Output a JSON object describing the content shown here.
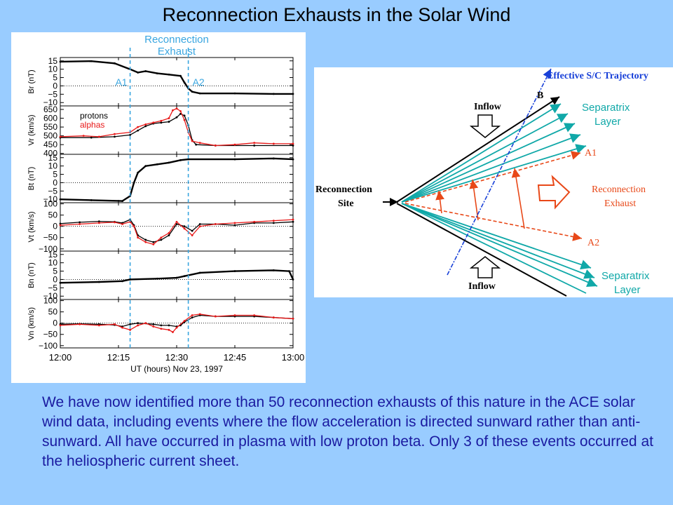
{
  "title": "Reconnection Exhausts in the Solar Wind",
  "chart_data": {
    "type": "line",
    "header": [
      "Reconnection",
      "Exhaust"
    ],
    "marker_lines": [
      {
        "label": "A1",
        "x": "12:18"
      },
      {
        "label": "A2",
        "x": "12:33"
      }
    ],
    "xlabel": "UT (hours)  Nov 23, 1997",
    "x_ticks": [
      "12:00",
      "12:15",
      "12:30",
      "12:45",
      "13:00"
    ],
    "xlim_minutes": [
      0,
      60
    ],
    "legend": [
      {
        "name": "protons",
        "color": "#000000"
      },
      {
        "name": "alphas",
        "color": "#e81818"
      }
    ],
    "panels": [
      {
        "ylabel": "Br (nT)",
        "ylim": [
          -12,
          17
        ],
        "yticks": [
          "15",
          "10",
          "5",
          "0",
          "−5",
          "−10"
        ],
        "ytick_values": [
          15,
          10,
          5,
          0,
          -5,
          -10
        ],
        "zero_line": 0,
        "series": [
          {
            "color": "#000000",
            "points": [
              [
                0,
                14.5
              ],
              [
                8,
                14.8
              ],
              [
                14,
                13.5
              ],
              [
                18,
                10
              ],
              [
                20,
                8
              ],
              [
                22,
                8.8
              ],
              [
                25,
                7.5
              ],
              [
                28,
                6.8
              ],
              [
                31,
                6
              ],
              [
                32,
                2
              ],
              [
                33,
                -1.5
              ],
              [
                34,
                -3.5
              ],
              [
                36,
                -4.5
              ],
              [
                45,
                -4.5
              ],
              [
                55,
                -4.8
              ],
              [
                60,
                -4.8
              ]
            ]
          }
        ]
      },
      {
        "ylabel": "Vr (km/s)",
        "ylim": [
          395,
          670
        ],
        "yticks": [
          "650",
          "600",
          "550",
          "500",
          "450",
          "400"
        ],
        "ytick_values": [
          650,
          600,
          550,
          500,
          450,
          400
        ],
        "zero_line": null,
        "series": [
          {
            "name": "protons",
            "color": "#000000",
            "points": [
              [
                0,
                490
              ],
              [
                8,
                490
              ],
              [
                14,
                495
              ],
              [
                18,
                505
              ],
              [
                20,
                530
              ],
              [
                22,
                555
              ],
              [
                24,
                570
              ],
              [
                26,
                575
              ],
              [
                28,
                580
              ],
              [
                30,
                605
              ],
              [
                31,
                625
              ],
              [
                32,
                615
              ],
              [
                33,
                560
              ],
              [
                34,
                475
              ],
              [
                35,
                450
              ],
              [
                40,
                445
              ],
              [
                50,
                445
              ],
              [
                60,
                445
              ]
            ]
          },
          {
            "name": "alphas",
            "color": "#e81818",
            "points": [
              [
                0,
                495
              ],
              [
                6,
                500
              ],
              [
                10,
                495
              ],
              [
                14,
                510
              ],
              [
                18,
                520
              ],
              [
                20,
                550
              ],
              [
                22,
                565
              ],
              [
                24,
                575
              ],
              [
                26,
                585
              ],
              [
                28,
                600
              ],
              [
                29,
                645
              ],
              [
                30,
                655
              ],
              [
                31,
                640
              ],
              [
                32,
                590
              ],
              [
                33,
                520
              ],
              [
                34,
                470
              ],
              [
                36,
                460
              ],
              [
                40,
                445
              ],
              [
                45,
                450
              ],
              [
                50,
                460
              ],
              [
                55,
                455
              ],
              [
                60,
                455
              ]
            ]
          }
        ]
      },
      {
        "ylabel": "Bt (nT)",
        "ylim": [
          -12,
          17
        ],
        "yticks": [
          "15",
          "10",
          "5",
          "0",
          "−5",
          "−10"
        ],
        "ytick_values": [
          15,
          10,
          5,
          0,
          -5,
          -10
        ],
        "zero_line": 0,
        "series": [
          {
            "color": "#000000",
            "points": [
              [
                0,
                -10
              ],
              [
                8,
                -10.5
              ],
              [
                16,
                -11
              ],
              [
                18,
                -8
              ],
              [
                19,
                0
              ],
              [
                20,
                6
              ],
              [
                22,
                10
              ],
              [
                25,
                11
              ],
              [
                28,
                12
              ],
              [
                31,
                13.5
              ],
              [
                33,
                14
              ],
              [
                45,
                14
              ],
              [
                55,
                14.5
              ],
              [
                60,
                14
              ]
            ]
          }
        ]
      },
      {
        "ylabel": "Vt (km/s)",
        "ylim": [
          -110,
          105
        ],
        "yticks": [
          "100",
          "50",
          "0",
          "−50",
          "−100"
        ],
        "ytick_values": [
          100,
          50,
          0,
          -50,
          -100
        ],
        "zero_line": 0,
        "series": [
          {
            "name": "protons",
            "color": "#000000",
            "points": [
              [
                0,
                12
              ],
              [
                5,
                18
              ],
              [
                10,
                22
              ],
              [
                14,
                20
              ],
              [
                16,
                15
              ],
              [
                18,
                30
              ],
              [
                19,
                5
              ],
              [
                20,
                -40
              ],
              [
                22,
                -60
              ],
              [
                24,
                -70
              ],
              [
                26,
                -60
              ],
              [
                28,
                -40
              ],
              [
                30,
                10
              ],
              [
                32,
                0
              ],
              [
                34,
                -20
              ],
              [
                36,
                10
              ],
              [
                40,
                10
              ],
              [
                45,
                5
              ],
              [
                50,
                15
              ],
              [
                55,
                15
              ],
              [
                60,
                20
              ]
            ]
          },
          {
            "name": "alphas",
            "color": "#e81818",
            "points": [
              [
                0,
                5
              ],
              [
                5,
                10
              ],
              [
                10,
                15
              ],
              [
                14,
                18
              ],
              [
                16,
                10
              ],
              [
                18,
                20
              ],
              [
                19,
                0
              ],
              [
                20,
                -50
              ],
              [
                22,
                -70
              ],
              [
                24,
                -80
              ],
              [
                26,
                -50
              ],
              [
                28,
                -30
              ],
              [
                30,
                20
              ],
              [
                32,
                -10
              ],
              [
                34,
                -40
              ],
              [
                36,
                0
              ],
              [
                40,
                10
              ],
              [
                45,
                15
              ],
              [
                50,
                20
              ],
              [
                55,
                25
              ],
              [
                60,
                30
              ]
            ]
          }
        ]
      },
      {
        "ylabel": "Bn (nT)",
        "ylim": [
          -12,
          17
        ],
        "yticks": [
          "15",
          "10",
          "5",
          "0",
          "−5",
          "−10"
        ],
        "ytick_values": [
          15,
          10,
          5,
          0,
          -5,
          -10
        ],
        "zero_line": 0,
        "series": [
          {
            "color": "#000000",
            "points": [
              [
                0,
                -2
              ],
              [
                10,
                -1.5
              ],
              [
                16,
                -1
              ],
              [
                18,
                0
              ],
              [
                25,
                0.5
              ],
              [
                30,
                1
              ],
              [
                32,
                2
              ],
              [
                36,
                4
              ],
              [
                45,
                5
              ],
              [
                55,
                5.5
              ],
              [
                59,
                5
              ],
              [
                60,
                0
              ]
            ]
          }
        ]
      },
      {
        "ylabel": "Vn (km/s)",
        "ylim": [
          -110,
          105
        ],
        "yticks": [
          "100",
          "50",
          "0",
          "−50",
          "−100"
        ],
        "ytick_values": [
          100,
          50,
          0,
          -50,
          -100
        ],
        "zero_line": 0,
        "series": [
          {
            "name": "protons",
            "color": "#000000",
            "points": [
              [
                0,
                -5
              ],
              [
                5,
                -3
              ],
              [
                10,
                -5
              ],
              [
                14,
                -8
              ],
              [
                16,
                -15
              ],
              [
                18,
                -5
              ],
              [
                20,
                0
              ],
              [
                24,
                -5
              ],
              [
                26,
                -10
              ],
              [
                28,
                -10
              ],
              [
                30,
                -15
              ],
              [
                31,
                -10
              ],
              [
                32,
                5
              ],
              [
                34,
                25
              ],
              [
                36,
                35
              ],
              [
                40,
                30
              ],
              [
                45,
                30
              ],
              [
                50,
                30
              ],
              [
                55,
                25
              ],
              [
                60,
                20
              ]
            ]
          },
          {
            "name": "alphas",
            "color": "#e81818",
            "points": [
              [
                0,
                -10
              ],
              [
                5,
                -5
              ],
              [
                10,
                -10
              ],
              [
                14,
                -5
              ],
              [
                16,
                -20
              ],
              [
                18,
                -30
              ],
              [
                20,
                -10
              ],
              [
                22,
                0
              ],
              [
                24,
                -15
              ],
              [
                26,
                -25
              ],
              [
                28,
                -30
              ],
              [
                29,
                -40
              ],
              [
                30,
                -20
              ],
              [
                32,
                10
              ],
              [
                34,
                35
              ],
              [
                36,
                40
              ],
              [
                40,
                30
              ],
              [
                45,
                35
              ],
              [
                50,
                35
              ],
              [
                55,
                25
              ],
              [
                60,
                20
              ]
            ]
          }
        ]
      }
    ]
  },
  "diagram": {
    "trajectory_label": "Effective S/C Trajectory",
    "b_label": "B",
    "inflow_top": "Inflow",
    "inflow_bottom": "Inflow",
    "site_line1": "Reconnection",
    "site_line2": "Site",
    "separatrix_top_line1": "Separatrix",
    "separatrix_top_line2": "Layer",
    "separatrix_bottom_line1": "Separatrix",
    "separatrix_bottom_line2": "Layer",
    "a1": "A1",
    "a2": "A2",
    "exhaust_line1": "Reconnection",
    "exhaust_line2": "Exhaust",
    "colors": {
      "field": "#000000",
      "separatrix": "#10a8a8",
      "exhaust": "#e84818",
      "trajectory": "#1840d8"
    }
  },
  "body_text": "We have now identified more than 50 reconnection exhausts of this nature in the ACE solar wind data, including events where the flow acceleration is directed sunward rather than anti-sunward. All have occurred in plasma with low proton beta. Only 3 of these events occurred at the heliospheric current sheet."
}
